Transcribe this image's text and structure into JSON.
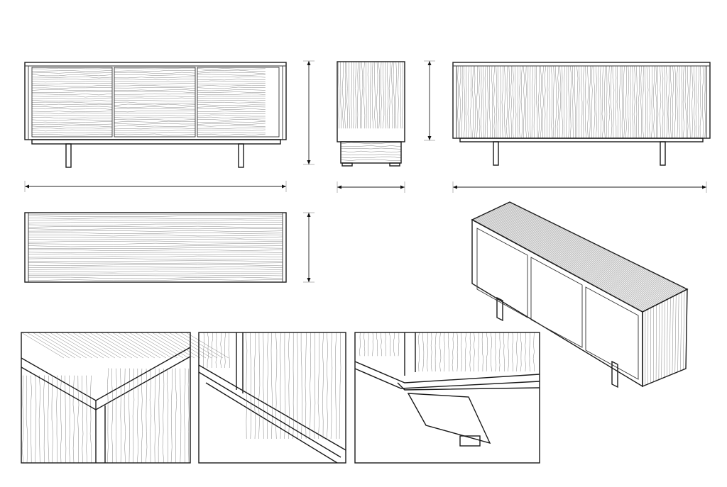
{
  "colors": {
    "ink": "#1a1a1a",
    "grain": "#777777",
    "paper": "#ffffff"
  },
  "views": [
    "front-elevation",
    "side-elevation",
    "back-elevation",
    "top-plan",
    "isometric-view",
    "detail-corner",
    "detail-door-base",
    "detail-leg-joint"
  ]
}
